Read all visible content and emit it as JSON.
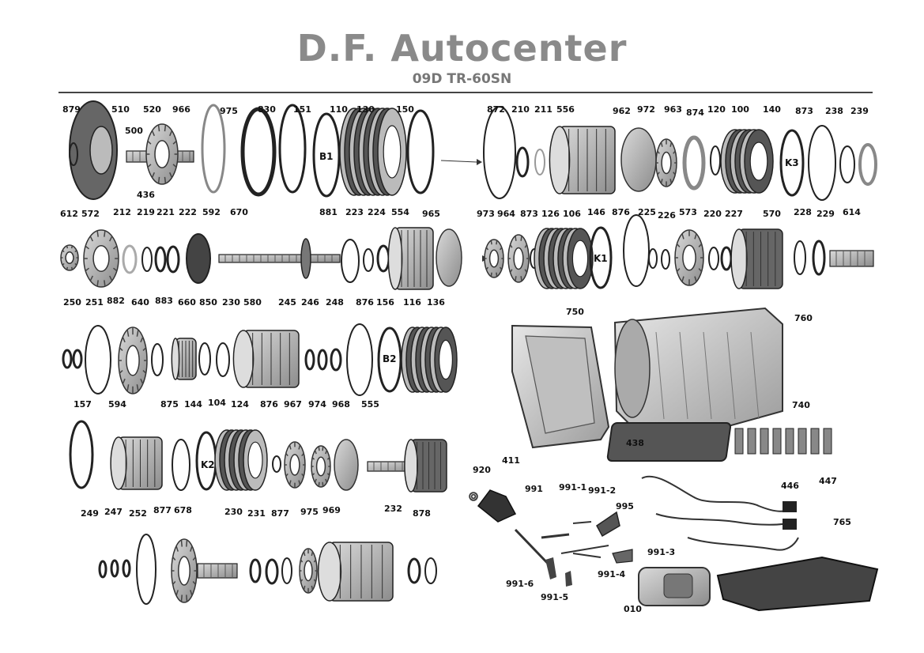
{
  "header": {
    "title": "D.F. Autocenter",
    "subtitle": "09D TR-60SN"
  },
  "parts": [
    "879",
    "510",
    "520",
    "500",
    "966",
    "436",
    "975",
    "830",
    "151",
    "110",
    "130",
    "150",
    "872",
    "210",
    "211",
    "556",
    "962",
    "972",
    "963",
    "874",
    "120",
    "100",
    "140",
    "873",
    "238",
    "239",
    "612",
    "572",
    "212",
    "219",
    "221",
    "222",
    "592",
    "670",
    "881",
    "223",
    "224",
    "554",
    "965",
    "973",
    "964",
    "873",
    "126",
    "106",
    "146",
    "876",
    "225",
    "226",
    "573",
    "220",
    "227",
    "570",
    "228",
    "229",
    "614",
    "250",
    "251",
    "882",
    "640",
    "883",
    "660",
    "850",
    "230",
    "580",
    "245",
    "246",
    "248",
    "876",
    "156",
    "116",
    "136",
    "750",
    "760",
    "157",
    "594",
    "875",
    "144",
    "104",
    "124",
    "876",
    "967",
    "974",
    "968",
    "555",
    "740",
    "438",
    "920",
    "411",
    "991",
    "991-1",
    "991-2",
    "995",
    "446",
    "447",
    "765",
    "249",
    "247",
    "252",
    "877",
    "678",
    "230",
    "231",
    "877",
    "975",
    "969",
    "232",
    "878",
    "991-3",
    "991-4",
    "991-6",
    "991-5",
    "010"
  ],
  "component_labels": [
    "B1",
    "K3",
    "K1",
    "B2",
    "K2"
  ]
}
